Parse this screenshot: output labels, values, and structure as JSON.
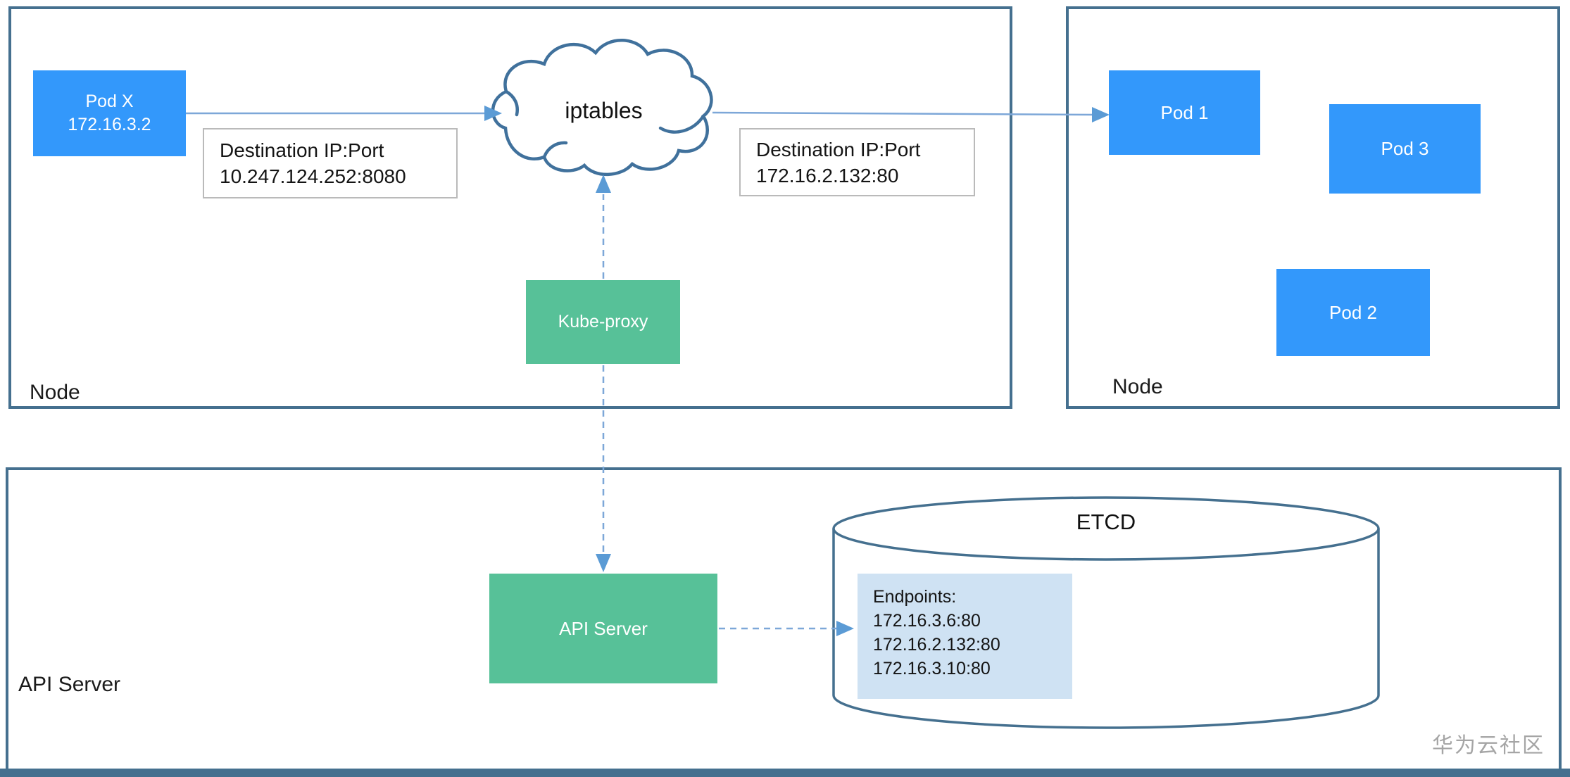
{
  "colors": {
    "pod_blue": "#3398fb",
    "box_green": "#57c198",
    "frame_blue": "#45708f",
    "outline_blue": "#40719c",
    "arrow_head_blue": "#5b9bd5",
    "arrow_line_blue": "#7da7d8",
    "label_border_gray": "#bababa",
    "endpoints_bg": "#cfe2f3",
    "watermark_gray": "#a5a5a5"
  },
  "left_node": {
    "label": "Node",
    "pod_x": {
      "name": "Pod X",
      "ip": "172.16.3.2"
    },
    "dest1": {
      "line1": "Destination IP:Port",
      "line2": "10.247.124.252:8080"
    },
    "cloud_label": "iptables",
    "dest2": {
      "line1": "Destination IP:Port",
      "line2": "172.16.2.132:80"
    },
    "kube_proxy": "Kube-proxy"
  },
  "right_node": {
    "label": "Node",
    "pod1": "Pod 1",
    "pod3": "Pod 3",
    "pod2": "Pod 2"
  },
  "api_section": {
    "label": "API Server",
    "api_server": "API Server",
    "etcd_title": "ETCD",
    "endpoints": {
      "title": "Endpoints:",
      "items": [
        "172.16.3.6:80",
        "172.16.2.132:80",
        "172.16.3.10:80"
      ]
    }
  },
  "watermark": "华为云社区"
}
